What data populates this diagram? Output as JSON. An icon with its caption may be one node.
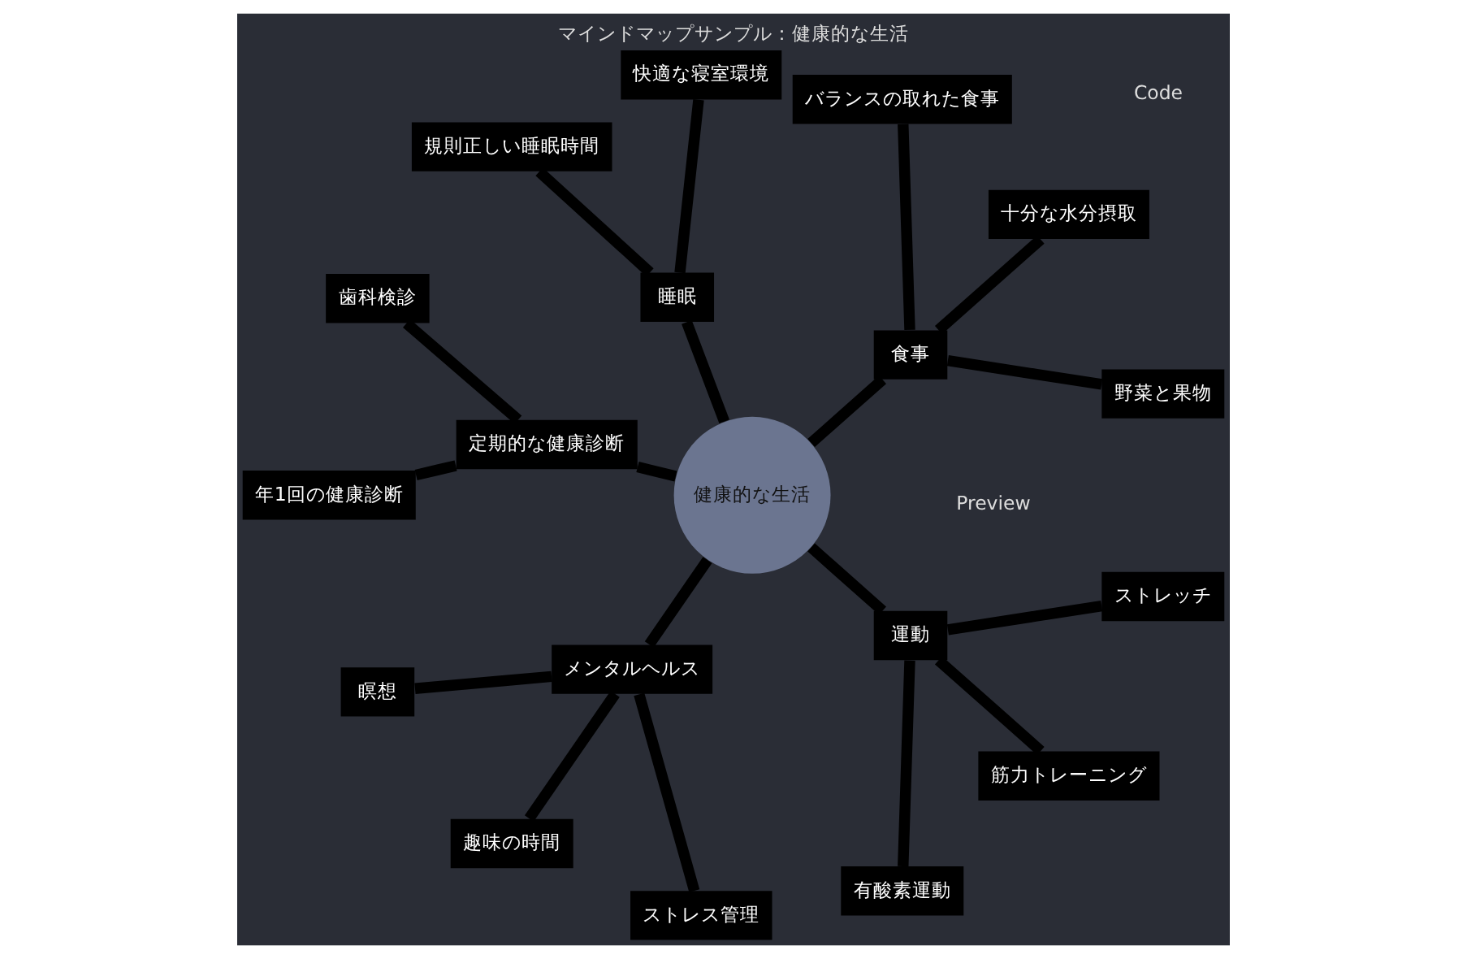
{
  "diagram": {
    "title": "マインドマップサンプル：健康的な生活",
    "nodes": [
      {
        "text": [
          "健康的な生活"
        ]
      },
      {
        "text": [
          "食事"
        ]
      },
      {
        "text": [
          "野菜と果物"
        ]
      },
      {
        "text": [
          "十分な水分摂取"
        ]
      },
      {
        "text": [
          "バランスの取れた食事"
        ]
      },
      {
        "text": [
          "睡眠"
        ]
      },
      {
        "text": [
          "快適な寝室環境"
        ]
      },
      {
        "text": [
          "規則正しい睡眠時間"
        ]
      },
      {
        "text": [
          "定期的な健康診断"
        ]
      },
      {
        "text": [
          "歯科検診"
        ]
      },
      {
        "text": [
          "年1回の健康診断"
        ]
      },
      {
        "text": [
          "メンタルヘルス"
        ]
      },
      {
        "text": [
          "瞑想"
        ]
      },
      {
        "text": [
          "趣味の時間"
        ]
      },
      {
        "text": [
          "ストレス管理"
        ]
      },
      {
        "text": [
          "運動"
        ]
      },
      {
        "text": [
          "有酸素運動"
        ]
      },
      {
        "text": [
          "筋力トレーニング"
        ]
      },
      {
        "text": [
          "ストレッチ"
        ]
      }
    ],
    "edges": [
      {
        "from": 0,
        "to": 1,
        "arrow": "none"
      },
      {
        "from": 1,
        "to": 2,
        "arrow": "none"
      },
      {
        "from": 1,
        "to": 3,
        "arrow": "none"
      },
      {
        "from": 1,
        "to": 4,
        "arrow": "none"
      },
      {
        "from": 0,
        "to": 5,
        "arrow": "none"
      },
      {
        "from": 5,
        "to": 6,
        "arrow": "none"
      },
      {
        "from": 5,
        "to": 7,
        "arrow": "none"
      },
      {
        "from": 0,
        "to": 8,
        "arrow": "none"
      },
      {
        "from": 8,
        "to": 9,
        "arrow": "none"
      },
      {
        "from": 8,
        "to": 10,
        "arrow": "none"
      },
      {
        "from": 0,
        "to": 11,
        "arrow": "none"
      },
      {
        "from": 11,
        "to": 12,
        "arrow": "none"
      },
      {
        "from": 11,
        "to": 13,
        "arrow": "none"
      },
      {
        "from": 11,
        "to": 14,
        "arrow": "none"
      },
      {
        "from": 0,
        "to": 15,
        "arrow": "none"
      },
      {
        "from": 15,
        "to": 16,
        "arrow": "none"
      },
      {
        "from": 15,
        "to": 17,
        "arrow": "none"
      },
      {
        "from": 15,
        "to": 18,
        "arrow": "none"
      }
    ],
    "labels": [
      "Preview",
      "Code"
    ]
  }
}
